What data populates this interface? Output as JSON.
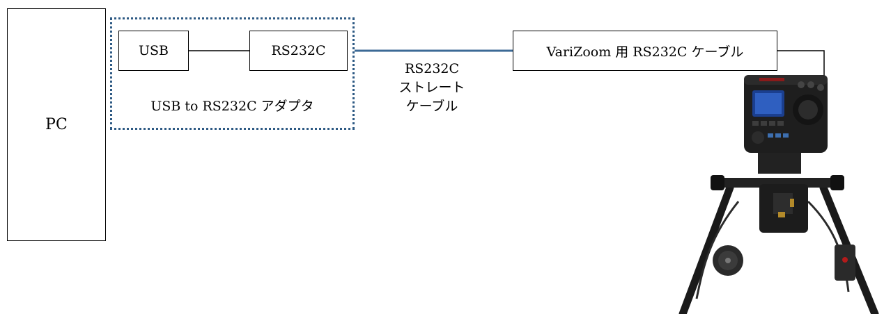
{
  "pc": {
    "label": "PC"
  },
  "adapter": {
    "usb_label": "USB",
    "rs232c_label": "RS232C",
    "caption": "USB to RS232C アダプタ"
  },
  "cable": {
    "line1": "RS232C",
    "line2": "ストレート",
    "line3": "ケーブル"
  },
  "varizoom_cable": {
    "label": "VariZoom 用 RS232C ケーブル"
  },
  "colors": {
    "accent_line": "#3c6a96",
    "group_border": "#2e5a84",
    "outline": "#000000"
  },
  "device_photo": {
    "icon": "varizoom-controller-on-handles"
  }
}
